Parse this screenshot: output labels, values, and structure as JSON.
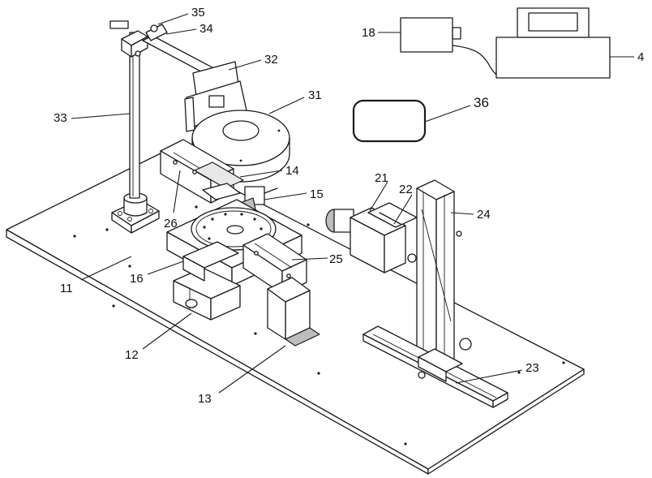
{
  "figure": {
    "labels": [
      {
        "id": "4",
        "text": "4"
      },
      {
        "id": "11",
        "text": "11"
      },
      {
        "id": "12",
        "text": "12"
      },
      {
        "id": "13",
        "text": "13"
      },
      {
        "id": "14",
        "text": "14"
      },
      {
        "id": "15",
        "text": "15"
      },
      {
        "id": "16",
        "text": "16"
      },
      {
        "id": "18",
        "text": "18"
      },
      {
        "id": "21",
        "text": "21"
      },
      {
        "id": "22",
        "text": "22"
      },
      {
        "id": "23",
        "text": "23"
      },
      {
        "id": "24",
        "text": "24"
      },
      {
        "id": "25",
        "text": "25"
      },
      {
        "id": "26",
        "text": "26"
      },
      {
        "id": "31",
        "text": "31"
      },
      {
        "id": "32",
        "text": "32"
      },
      {
        "id": "33",
        "text": "33"
      },
      {
        "id": "34",
        "text": "34"
      },
      {
        "id": "35",
        "text": "35"
      },
      {
        "id": "36",
        "text": "36"
      }
    ]
  }
}
